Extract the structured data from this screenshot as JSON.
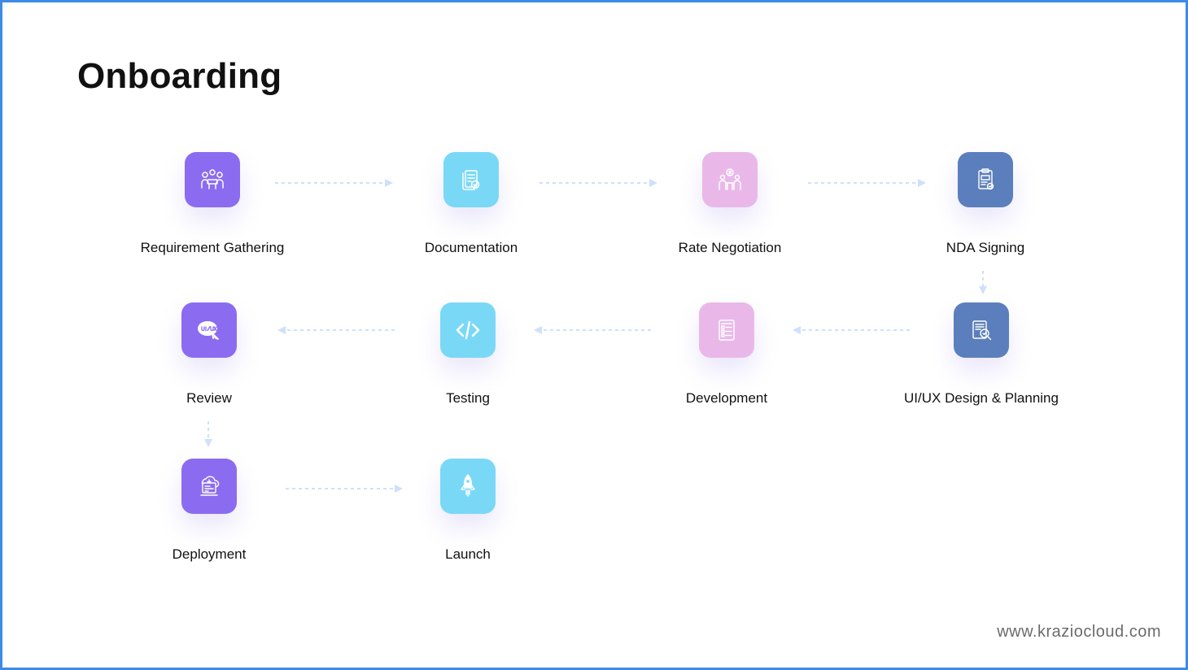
{
  "title": "Onboarding",
  "footer": "www.kraziocloud.com",
  "colors": {
    "purple": "#8b6cf0",
    "cyan": "#7ad8f7",
    "pink": "#e9b8e9",
    "slate": "#5b7fbc",
    "connector": "#cfe0fa"
  },
  "steps": [
    {
      "label": "Requirement Gathering",
      "icon": "team-meeting-icon"
    },
    {
      "label": "Documentation",
      "icon": "document-check-icon"
    },
    {
      "label": "Rate Negotiation",
      "icon": "negotiation-icon"
    },
    {
      "label": "NDA Signing",
      "icon": "nda-clipboard-icon"
    },
    {
      "label": "UI/UX Design & Planning",
      "icon": "design-review-icon"
    },
    {
      "label": "Development",
      "icon": "test-checklist-icon"
    },
    {
      "label": "Testing",
      "icon": "code-icon"
    },
    {
      "label": "Review",
      "icon": "ui-ux-cursor-icon"
    },
    {
      "label": "Deployment",
      "icon": "cloud-server-icon"
    },
    {
      "label": "Launch",
      "icon": "rocket-icon"
    }
  ]
}
